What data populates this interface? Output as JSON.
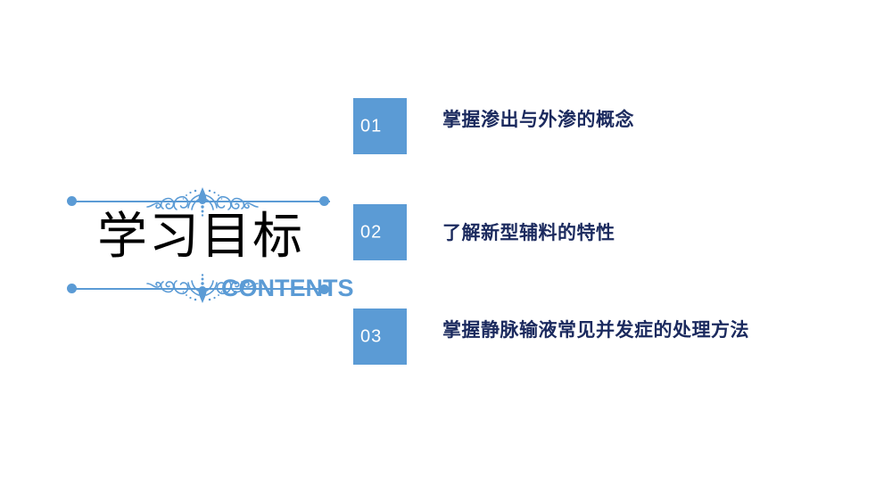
{
  "slide": {
    "background_color": "#FFFFFF",
    "accent_color": "#5B9BD5",
    "text_color": "#1B2A5E",
    "title_color": "#000000"
  },
  "title_block": {
    "main_title": "学习目标",
    "subtitle": "CONTENTS"
  },
  "list": {
    "items": [
      {
        "number": "01",
        "text": "掌握渗出与外渗的概念"
      },
      {
        "number": "02",
        "text": "了解新型辅料的特性"
      },
      {
        "number": "03",
        "text": "掌握静脉输液常见并发症的处理方法"
      }
    ]
  }
}
